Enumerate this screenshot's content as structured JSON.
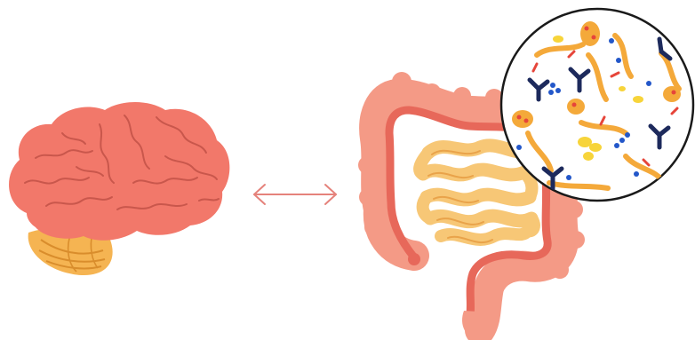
{
  "illustration": {
    "subject": "",
    "items": [
      {
        "key": "brain",
        "icon": "brain-icon"
      },
      {
        "key": "connection",
        "icon": "double-arrow-icon"
      },
      {
        "key": "intestines",
        "icon": "intestines-icon"
      },
      {
        "key": "microbiome",
        "icon": "magnified-microbes-icon"
      }
    ]
  },
  "colors": {
    "brain": "#f2786a",
    "brain_folds": "#c9574c",
    "cerebellum": "#f5b452",
    "cerebellum_lines": "#d98d2c",
    "arrow": "#e5827b",
    "colon_outer": "#f49a86",
    "colon_inner": "#e7685a",
    "small_intestine": "#f7c776",
    "small_intestine_dark": "#e9a34a",
    "lens_border": "#1a1a1a",
    "microbe_orange": "#f4a93a",
    "microbe_yellow": "#f7d43a",
    "microbe_navy": "#1d2a5c",
    "microbe_blue": "#2357c9",
    "microbe_red": "#e6453a"
  }
}
